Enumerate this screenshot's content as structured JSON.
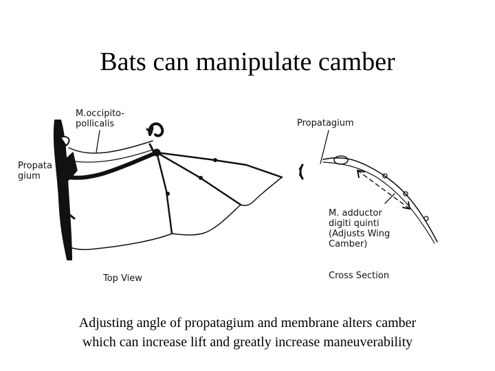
{
  "slide": {
    "title": "Bats can manipulate camber",
    "caption_line1": "Adjusting angle of propatagium and membrane alters camber",
    "caption_line2": "which can increase lift and greatly increase maneuverability"
  },
  "top_view": {
    "label_muscle_line1": "M.occipito-",
    "label_muscle_line2": "pollicalis",
    "label_propatagium_line1": "Propata",
    "label_propatagium_line2": "gium",
    "view_label": "Top View"
  },
  "cross_section": {
    "label_propatagium": "Propatagium",
    "label_adductor_line1": "M. adductor",
    "label_adductor_line2": "digiti quinti",
    "label_adductor_line3": "(Adjusts Wing",
    "label_adductor_line4": "Camber)",
    "view_label": "Cross Section"
  },
  "colors": {
    "ink": "#111111",
    "background": "#ffffff"
  }
}
